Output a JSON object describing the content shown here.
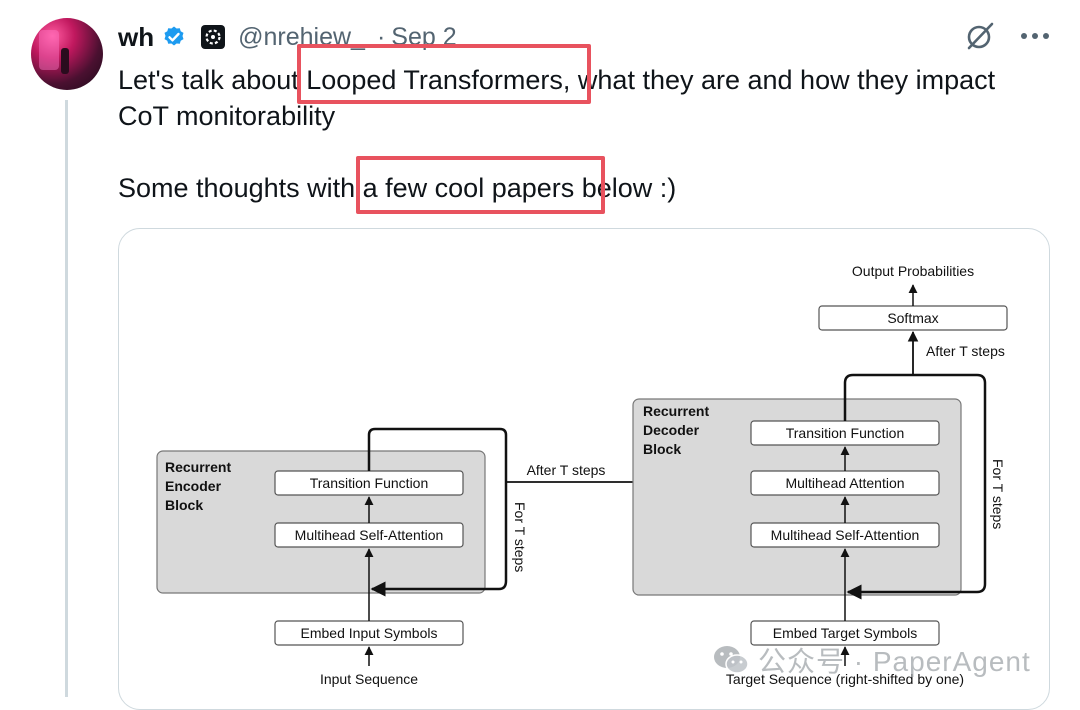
{
  "tweet": {
    "author_name": "wh",
    "handle": "@nrehiew_",
    "separator": "·",
    "date": "Sep 2",
    "text_line1": "Let's talk about Looped Transformers, what they are and how they impact",
    "text_line2": "CoT monitorability",
    "text_line3": "Some thoughts with a few cool papers below :)",
    "highlights": [
      "Looped Transformers",
      "a few cool papers"
    ]
  },
  "icons": {
    "verified": "verified-badge-icon",
    "affiliate": "grok-logo-icon",
    "grok_action": "grok-icon",
    "more": "more-icon"
  },
  "colors": {
    "highlight_box": "#e8525e",
    "verified_blue": "#1d9bf0",
    "block_fill": "#d9d9d9"
  },
  "diagram": {
    "encoder_block_title": [
      "Recurrent",
      "Encoder",
      "Block"
    ],
    "decoder_block_title": [
      "Recurrent",
      "Decoder",
      "Block"
    ],
    "enc_transition": "Transition Function",
    "enc_self_attention": "Multihead Self-Attention",
    "embed_input": "Embed Input Symbols",
    "input_sequence": "Input Sequence",
    "dec_transition": "Transition Function",
    "dec_attention": "Multihead Attention",
    "dec_self_attention": "Multihead Self-Attention",
    "embed_target": "Embed Target Symbols",
    "target_sequence": "Target Sequence (right-shifted by one)",
    "softmax": "Softmax",
    "output_probabilities": "Output Probabilities",
    "after_t_steps_mid": "After T steps",
    "after_t_steps_top": "After T steps",
    "for_t_steps_enc": "For T steps",
    "for_t_steps_dec": "For T steps"
  },
  "watermark": {
    "text": "公众号 · PaperAgent"
  }
}
